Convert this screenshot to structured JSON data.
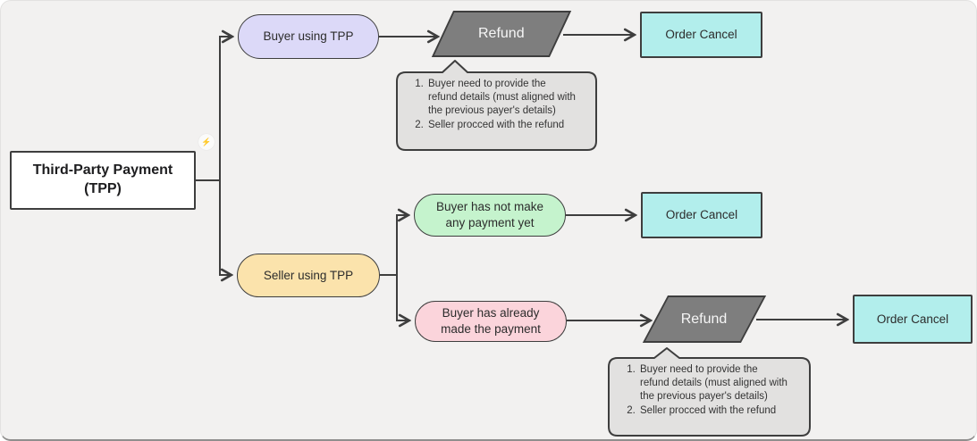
{
  "canvas": {
    "background": "#f2f1f0",
    "line_color": "#3e3e3e"
  },
  "root": {
    "label": "Third-Party Payment (TPP)",
    "fill": "#ffffff"
  },
  "badge": {
    "icon": "spark",
    "glyph": "⚡"
  },
  "nodes": {
    "buyer_using_tpp": {
      "label": "Buyer using TPP",
      "fill": "#dcd9f8"
    },
    "seller_using_tpp": {
      "label": "Seller using TPP",
      "fill": "#fbe3ac"
    },
    "buyer_no_payment": {
      "label": "Buyer has not make any payment yet",
      "fill": "#c5f3cd"
    },
    "buyer_paid": {
      "label": "Buyer has already made the payment",
      "fill": "#fbd4db"
    },
    "refund": {
      "label": "Refund",
      "fill": "#7e7e7e"
    },
    "order_cancel": {
      "label": "Order Cancel",
      "fill": "#b2eeec"
    }
  },
  "refund_note": {
    "fill": "#e2e1e0",
    "items": [
      "Buyer need to provide the refund details (must aligned with the previous payer's details)",
      "Seller procced with the refund"
    ]
  }
}
